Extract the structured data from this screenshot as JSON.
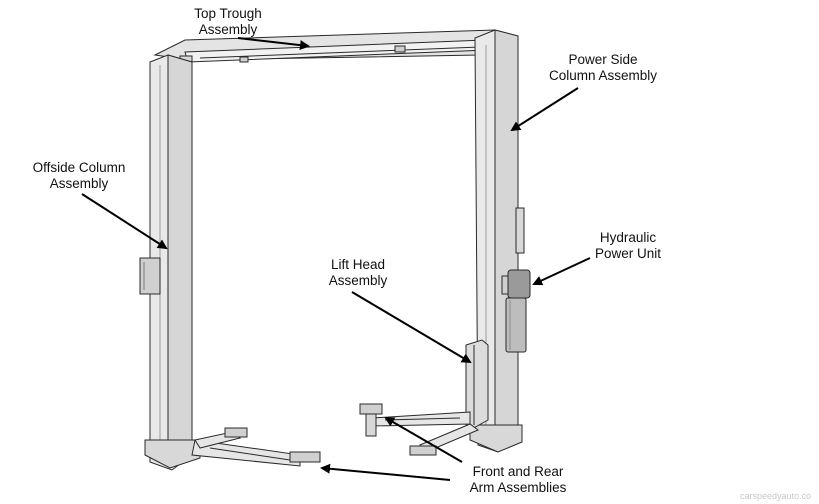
{
  "labels": {
    "top_trough": [
      "Top Trough",
      "Assembly"
    ],
    "power_side": [
      "Power Side",
      "Column Assembly"
    ],
    "offside": [
      "Offside Column",
      "Assembly"
    ],
    "hydraulic": [
      "Hydraulic",
      "Power Unit"
    ],
    "lift_head": [
      "Lift Head",
      "Assembly"
    ],
    "arms": [
      "Front and Rear",
      "Arm Assemblies"
    ]
  },
  "watermark": "carspeedyauto.co",
  "colors": {
    "column_fill": "#e9e9e9",
    "column_shade": "#d6d6d6",
    "line": "#2a2a2a",
    "arrow": "#000000",
    "motor": "#9a9a9a",
    "pump": "#bdbdbd"
  }
}
